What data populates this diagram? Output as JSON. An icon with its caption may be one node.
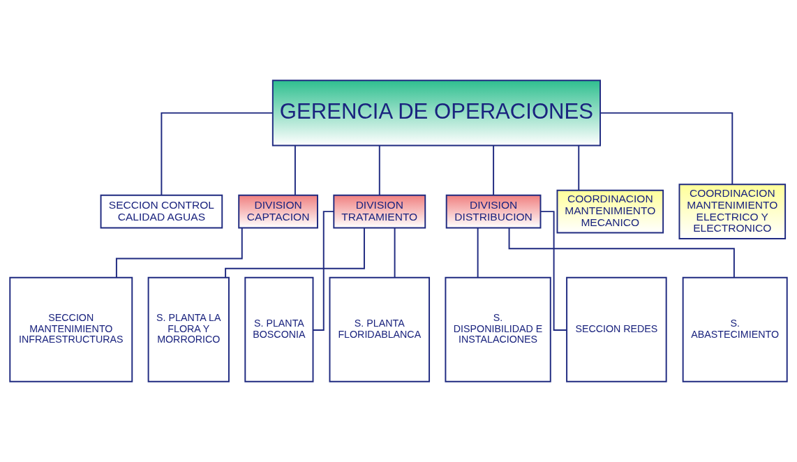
{
  "diagram": {
    "nodes": [
      {
        "text": [
          "GERENCIA DE OPERACIONES"
        ]
      },
      {
        "text": [
          "SECCION CONTROL CALIDAD AGUAS"
        ]
      },
      {
        "text": [
          "DIVISION CAPTACION"
        ]
      },
      {
        "text": [
          "DIVISION TRATAMIENTO"
        ]
      },
      {
        "text": [
          "DIVISION DISTRIBUCION"
        ]
      },
      {
        "text": [
          "COORDINACION MANTENIMIENTO MECANICO"
        ]
      },
      {
        "text": [
          "COORDINACION MANTENIMIENTO ELECTRICO Y ELECTRONICO"
        ]
      },
      {
        "text": [
          "SECCION MANTENIMIENTO INFRAESTRUCTURAS"
        ]
      },
      {
        "text": [
          "S. PLANTA LA FLORA Y MORRORICO"
        ]
      },
      {
        "text": [
          "S. PLANTA BOSCONIA"
        ]
      },
      {
        "text": [
          "S. PLANTA FLORIDABLANCA"
        ]
      },
      {
        "text": [
          "S. DISPONIBILIDAD E INSTALACIONES"
        ]
      },
      {
        "text": [
          "SECCION REDES"
        ]
      },
      {
        "text": [
          "S. ABASTECIMIENTO"
        ]
      }
    ],
    "edges": [
      {
        "from": 0,
        "to": 1,
        "arrow": "none"
      },
      {
        "from": 0,
        "to": 2,
        "arrow": "none"
      },
      {
        "from": 0,
        "to": 3,
        "arrow": "none"
      },
      {
        "from": 0,
        "to": 4,
        "arrow": "none"
      },
      {
        "from": 0,
        "to": 5,
        "arrow": "none"
      },
      {
        "from": 0,
        "to": 6,
        "arrow": "none"
      },
      {
        "from": 2,
        "to": 7,
        "arrow": "none"
      },
      {
        "from": 3,
        "to": 8,
        "arrow": "none"
      },
      {
        "from": 3,
        "to": 9,
        "arrow": "none"
      },
      {
        "from": 3,
        "to": 10,
        "arrow": "none"
      },
      {
        "from": 4,
        "to": 11,
        "arrow": "none"
      },
      {
        "from": 4,
        "to": 12,
        "arrow": "none"
      },
      {
        "from": 4,
        "to": 13,
        "arrow": "none"
      }
    ]
  }
}
